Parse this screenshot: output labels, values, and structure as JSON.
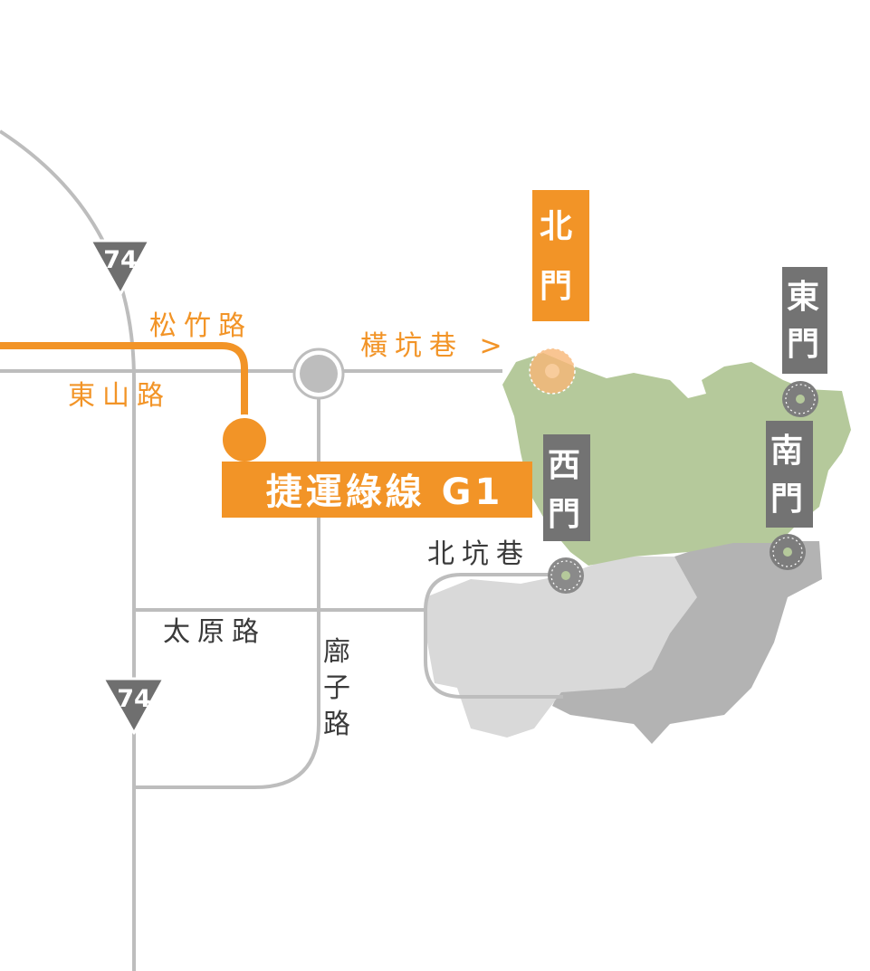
{
  "colors": {
    "road": "#bdbdbd",
    "mrt_orange": "#f29427",
    "area_green": "#b5c99b",
    "area_light": "#d9d9d9",
    "area_dark": "#b3b3b3",
    "gate_gray": "#737373",
    "shield": "#6f6f6f"
  },
  "roads": {
    "songzhu": "松竹路",
    "dongshan": "東山路",
    "hengkeng": "橫坑巷 >",
    "beikeng": "北坑巷",
    "taiyuan": "太原路",
    "langzi": [
      "廍",
      "子",
      "路"
    ]
  },
  "highway": {
    "number": "74"
  },
  "mrt": {
    "label": "捷運綠線 G1"
  },
  "gates": {
    "north": [
      "北",
      "門"
    ],
    "east": [
      "東",
      "門"
    ],
    "west": [
      "西",
      "門"
    ],
    "south": [
      "南",
      "門"
    ]
  }
}
